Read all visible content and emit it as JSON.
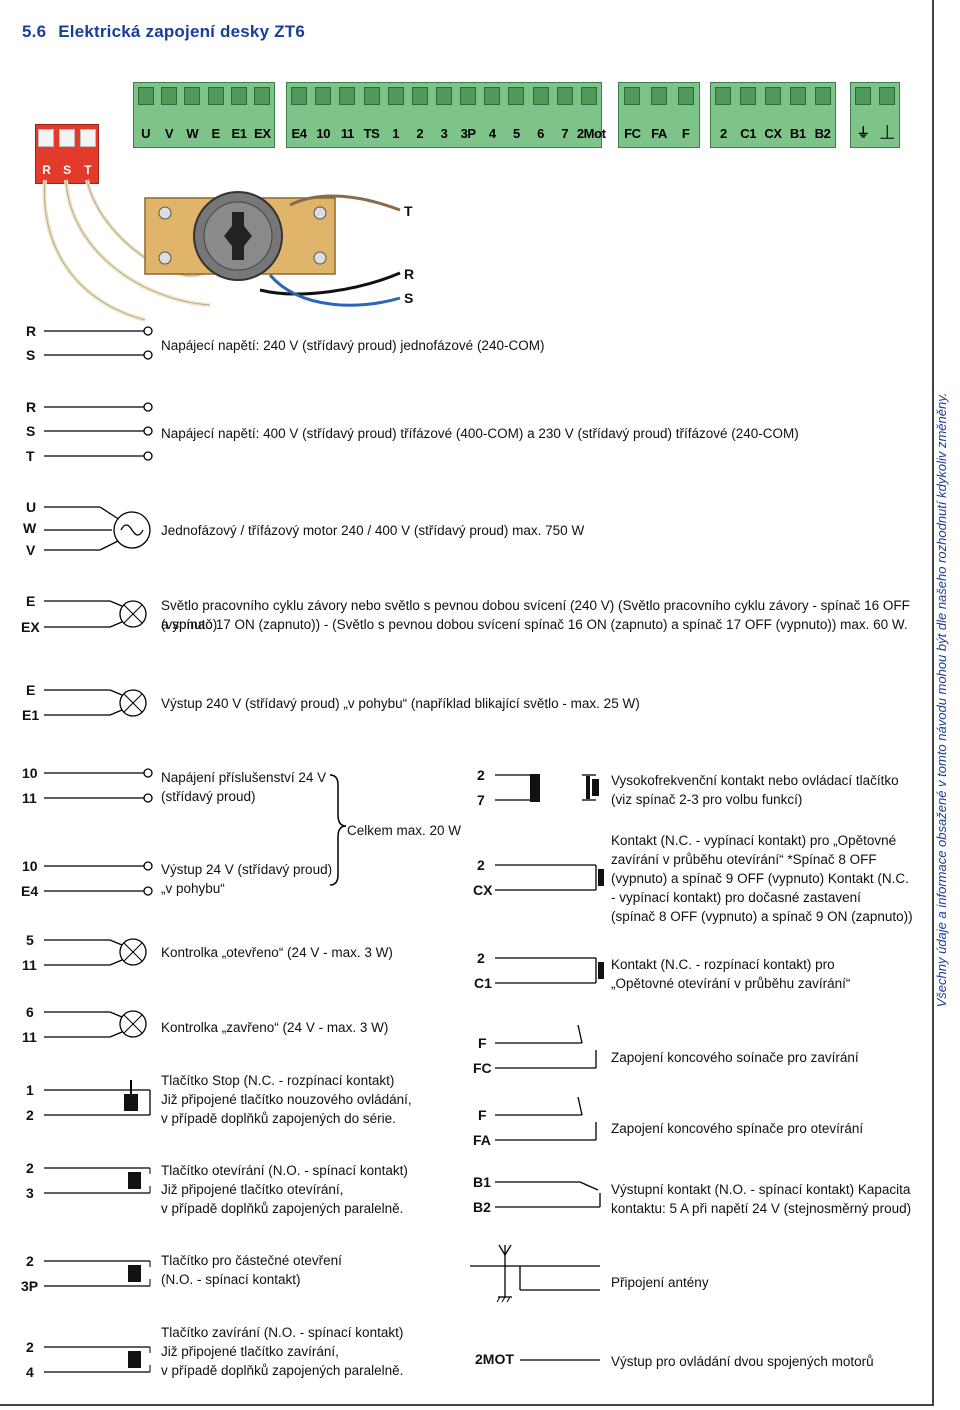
{
  "header": {
    "section_number": "5.6",
    "title": "Elektrická zapojení desky ZT6"
  },
  "sidebar_note": "Všechny údaje a informace obsažené v tomto návodu mohou být dle našeho rozhodnutí kdykoliv změněny.",
  "terminal_blocks": {
    "block1": [
      "U",
      "V",
      "W",
      "E",
      "E1",
      "EX"
    ],
    "block2": [
      "E4",
      "10",
      "11",
      "TS",
      "1",
      "2",
      "3",
      "3P",
      "4",
      "5",
      "6",
      "7",
      "2Mot"
    ],
    "block3": [
      "FC",
      "FA",
      "F"
    ],
    "block4": [
      "2",
      "C1",
      "CX",
      "B1",
      "B2"
    ],
    "block5": [
      "⏚",
      "⏊"
    ],
    "red_block": [
      "R",
      "S",
      "T"
    ]
  },
  "motor_wire_labels": {
    "t": "T",
    "r": "R",
    "s": "S"
  },
  "left_connections": [
    {
      "terms": [
        "R",
        "S"
      ],
      "text": "Napájecí napětí: 240 V (střídavý proud) jednofázové (240-COM)"
    },
    {
      "terms": [
        "R",
        "S",
        "T"
      ],
      "text": "Napájecí napětí: 400 V (střídavý proud) třífázové (400-COM) a 230 V (střídavý proud) třífázové (240-COM)"
    },
    {
      "terms": [
        "U",
        "W",
        "V"
      ],
      "text": "Jednofázový / třífázový motor 240 / 400 V (střídavý proud) max. 750 W"
    },
    {
      "terms": [
        "E",
        "EX"
      ],
      "line1": "Světlo pracovního cyklu závory nebo světlo s pevnou dobou svícení (240 V) (Světlo pracovního cyklu závory - spínač 16 OFF (vypnuto)",
      "line2": "a spínač 17 ON (zapnuto)) - (Světlo s pevnou dobou svícení spínač 16 ON (zapnuto) a spínač 17 OFF (vypnuto)) max. 60 W."
    },
    {
      "terms": [
        "E",
        "E1"
      ],
      "text": "Výstup 240 V (střídavý proud) „v pohybu“ (například blikající světlo - max. 25 W)"
    },
    {
      "terms": [
        "10",
        "11"
      ],
      "line1": "Napájení příslušenství 24 V",
      "line2": "(střídavý proud)"
    },
    {
      "terms": [
        "10",
        "E4"
      ],
      "line1": "Výstup 24 V (střídavý proud)",
      "line2": "„v pohybu“"
    },
    {
      "terms": [
        "5",
        "11"
      ],
      "text": "Kontrolka „otevřeno“ (24 V - max. 3 W)"
    },
    {
      "terms": [
        "6",
        "11"
      ],
      "text": "Kontrolka „zavřeno“ (24 V - max. 3 W)"
    },
    {
      "terms": [
        "1",
        "2"
      ],
      "line1": "Tlačítko Stop (N.C. - rozpínací kontakt)",
      "line2": "Již připojené tlačítko nouzového ovládání,",
      "line3": "v případě doplňků zapojených do série."
    },
    {
      "terms": [
        "2",
        "3"
      ],
      "line1": "Tlačítko otevírání (N.O. - spínací kontakt)",
      "line2": "Již připojené tlačítko otevírání,",
      "line3": "v případě doplňků zapojených paralelně."
    },
    {
      "terms": [
        "2",
        "3P"
      ],
      "line1": "Tlačítko pro částečné otevření",
      "line2": "(N.O. - spínací kontakt)"
    },
    {
      "terms": [
        "2",
        "4"
      ],
      "line1": "Tlačítko zavírání (N.O. - spínací kontakt)",
      "line2": "Již připojené tlačítko zavírání,",
      "line3": "v případě doplňků zapojených paralelně."
    }
  ],
  "brace_note": "Celkem max. 20 W",
  "right_connections": [
    {
      "terms": [
        "2",
        "7"
      ],
      "line1": "Vysokofrekvenční kontakt nebo ovládací tlačítko",
      "line2": "(viz spínač 2-3 pro volbu funkcí)"
    },
    {
      "terms": [
        "2",
        "CX"
      ],
      "line1": "Kontakt (N.C. - vypínací kontakt) pro „Opětovné",
      "line2": "zavírání v průběhu otevírání“ *Spínač 8 OFF",
      "line3": "(vypnuto) a spínač 9 OFF (vypnuto) Kontakt (N.C.",
      "line4": "- vypínací kontakt) pro dočasné zastavení",
      "line5": "(spínač 8 OFF (vypnuto) a spínač 9 ON (zapnuto))"
    },
    {
      "terms": [
        "2",
        "C1"
      ],
      "line1": "Kontakt (N.C. - rozpínací kontakt) pro",
      "line2": "„Opětovné otevírání v průběhu zavírání“"
    },
    {
      "terms": [
        "F",
        "FC"
      ],
      "text": "Zapojení koncového soínače pro zavírání"
    },
    {
      "terms": [
        "F",
        "FA"
      ],
      "text": "Zapojení koncového spínače pro otevírání"
    },
    {
      "terms": [
        "B1",
        "B2"
      ],
      "line1": "Výstupní kontakt (N.O. - spínací kontakt) Kapacita",
      "line2": "kontaktu: 5 A při napětí 24 V (stejnosměrný proud)"
    },
    {
      "terms": [],
      "text": "Připojení antény"
    },
    {
      "terms": [
        "2MOT"
      ],
      "text": "Výstup pro ovládání dvou spojených motorů"
    }
  ]
}
